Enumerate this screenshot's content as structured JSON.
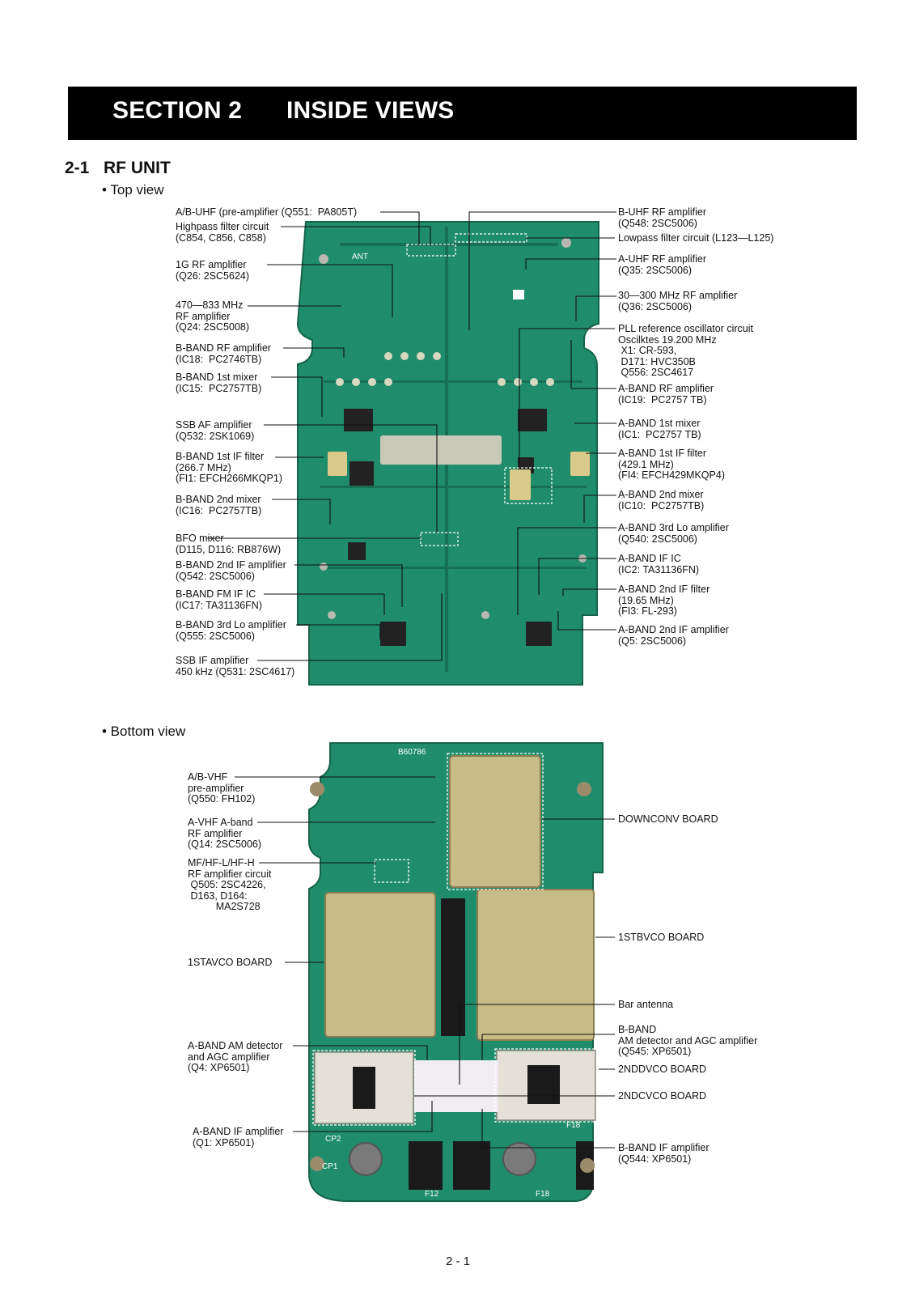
{
  "header": {
    "section": "SECTION 2",
    "title": "INSIDE VIEWS"
  },
  "subsection": {
    "number": "2-1",
    "title": "RF UNIT"
  },
  "top_view": {
    "label": "• Top view",
    "labels_left": [
      "A/B-UHF (pre-amplifier (Q551:  PA805T)",
      "Highpass filter circuit\n(C854, C856, C858)",
      "1G RF amplifier\n(Q26: 2SC5624)",
      "470—833 MHz\nRF amplifier\n(Q24: 2SC5008)",
      "B-BAND RF amplifier\n(IC18:  PC2746TB)",
      "B-BAND 1st mixer\n(IC15:  PC2757TB)",
      "SSB AF amplifier\n(Q532: 2SK1069)",
      "B-BAND 1st IF filter\n(266.7 MHz)\n(FI1: EFCH266MKQP1)",
      "B-BAND 2nd mixer\n(IC16:  PC2757TB)",
      "BFO mixer\n(D115, D116: RB876W)",
      "B-BAND 2nd IF amplifier\n(Q542: 2SC5006)",
      "B-BAND FM IF IC\n(IC17: TA31136FN)",
      "B-BAND 3rd Lo amplifier\n(Q555: 2SC5006)",
      "SSB IF amplifier\n450 kHz (Q531: 2SC4617)"
    ],
    "labels_right": [
      "B-UHF RF amplifier\n(Q548: 2SC5006)",
      "Lowpass filter circuit (L123—L125)",
      "A-UHF RF amplifier\n(Q35: 2SC5006)",
      "30—300 MHz RF amplifier\n(Q36: 2SC5006)",
      "PLL reference oscillator circuit\nOscilktes 19.200 MHz\n X1: CR-593,\n D171: HVC350B\n Q556: 2SC4617",
      "A-BAND RF amplifier\n(IC19:  PC2757 TB)",
      "A-BAND 1st mixer\n(IC1:  PC2757 TB)",
      "A-BAND 1st IF filter\n(429.1 MHz)\n(FI4: EFCH429MKQP4)",
      "A-BAND 2nd mixer\n(IC10:  PC2757TB)",
      "A-BAND 3rd Lo amplifier\n(Q540: 2SC5006)",
      "A-BAND IF IC\n(IC2: TA31136FN)",
      "A-BAND 2nd IF filter\n(19.65 MHz)\n(FI3: FL-293)",
      "A-BAND 2nd IF amplifier\n(Q5: 2SC5006)"
    ],
    "board_text": "ANT"
  },
  "bottom_view": {
    "label": "• Bottom view",
    "labels_left": [
      "A/B-VHF\npre-amplifier\n(Q550: FH102)",
      "A-VHF A-band\nRF amplifier\n(Q14: 2SC5006)",
      "MF/HF-L/HF-H\nRF amplifier circuit\n Q505: 2SC4226,\n D163, D164:\n          MA2S728",
      "1STAVCO BOARD",
      "A-BAND AM detector\nand AGC amplifier\n(Q4: XP6501)",
      "A-BAND IF amplifier\n(Q1: XP6501)"
    ],
    "labels_right": [
      "DOWNCONV BOARD",
      "1STBVCO BOARD",
      "Bar antenna",
      "B-BAND\nAM detector and AGC amplifier\n(Q545: XP6501)",
      "2NDDVCO BOARD",
      "2NDCVCO BOARD",
      "B-BAND IF amplifier\n(Q544: XP6501)"
    ],
    "board_text": [
      "B60786",
      "F12",
      "F18",
      "F18",
      "CP2",
      "CP1"
    ]
  },
  "footer": {
    "page": "2 - 1"
  }
}
